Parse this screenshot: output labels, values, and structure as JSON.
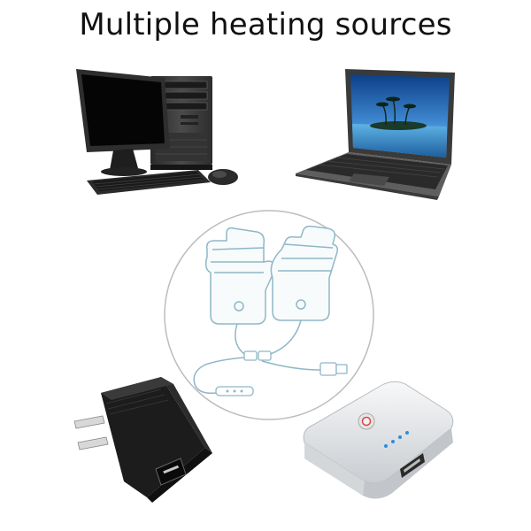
{
  "title": "Multiple heating sources",
  "items": [
    {
      "name": "desktop-computer",
      "icon": "desktop-computer-icon"
    },
    {
      "name": "laptop",
      "icon": "laptop-icon"
    },
    {
      "name": "usb-heated-gloves",
      "icon": "gloves-icon"
    },
    {
      "name": "wall-adapter",
      "icon": "usb-wall-adapter-icon"
    },
    {
      "name": "power-bank",
      "icon": "power-bank-icon"
    }
  ],
  "colors": {
    "line_art": "#8fb7c7",
    "circle_border": "#bdbdbd",
    "device_black": "#1b1b1b",
    "laptop_screen": "#2a6fb0",
    "power_bank": "#e6e8ea",
    "indicator": "#2a8fe0"
  }
}
